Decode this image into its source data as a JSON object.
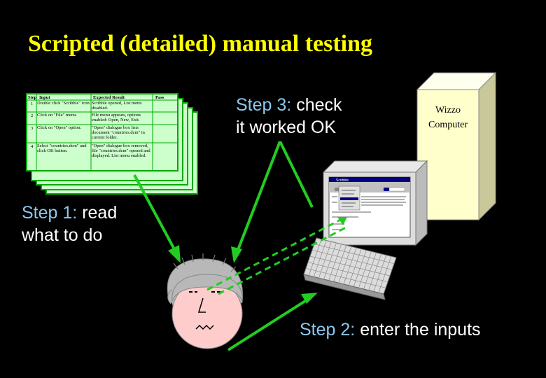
{
  "title": "Scripted (detailed) manual testing",
  "steps": {
    "step3": {
      "label": "Step 3:",
      "text1": "check",
      "text2": "it worked OK"
    },
    "step1": {
      "label": "Step 1:",
      "text1": "read",
      "text2": "what to do"
    },
    "step2": {
      "label": "Step 2:",
      "text": "enter the inputs"
    }
  },
  "computer_label": {
    "line1": "Wizzo",
    "line2": "Computer"
  },
  "test_script": {
    "headers": [
      "Step",
      "Input",
      "Expected Result",
      "Pass"
    ],
    "rows": [
      {
        "step": "1",
        "input": "Double click \"Scribble\" icon.",
        "expected": "Scribble opened, List menu disabled."
      },
      {
        "step": "2",
        "input": "Click on \"File\" menu.",
        "expected": "File menu appears, options enabled: Open, New, Exit."
      },
      {
        "step": "3",
        "input": "Click on \"Open\" option.",
        "expected": "\"Open\" dialogue box lists document \"countries.dcm\" in current folder."
      },
      {
        "step": "4",
        "input": "Select \"countries.dcm\" and click OK button.",
        "expected": "\"Open\" dialogue box removed, file \"countries.dcm\" opened and displayed. List menu enabled."
      }
    ]
  },
  "screen_app": {
    "title": "Scribble"
  },
  "colors": {
    "title": "#ffff00",
    "highlight": "#8cc8f0",
    "arrow": "#22cc22",
    "sheet": "#ccffcc",
    "sheet_border": "#00aa00",
    "tower": "#ffffcc"
  }
}
